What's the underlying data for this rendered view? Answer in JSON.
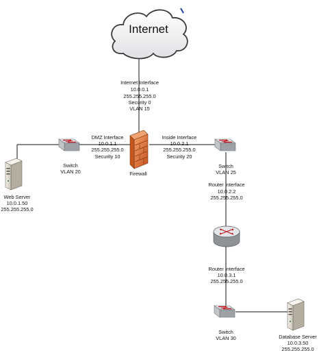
{
  "diagram": {
    "internet": {
      "label": "Internet"
    },
    "internet_interface": [
      "Internet Interface",
      "10.0.0.1",
      "255.255.255.0",
      "Security 0",
      "VLAN 15"
    ],
    "dmz_interface": [
      "DMZ Interface",
      "10.0.1.1",
      "255.255.255.0",
      "Security 10"
    ],
    "inside_interface": [
      "Inside Interface",
      "10.0.2.1",
      "255.255.255.0",
      "Security 20"
    ],
    "firewall": {
      "label": "Firewall"
    },
    "switch_dmz": [
      "Switch",
      "VLAN 20"
    ],
    "switch_inside": [
      "Switch",
      "VLAN 25"
    ],
    "switch_db": [
      "Switch",
      "VLAN 30"
    ],
    "web_server": [
      "Web Server",
      "10.0.1.50",
      "255.255.255.0"
    ],
    "router_interface_top": [
      "Router Interface",
      "10.0.2.2",
      "255.255.255.0"
    ],
    "router_interface_bottom": [
      "Router Interface",
      "10.0.3.1",
      "255.255.255.0"
    ],
    "database_server": [
      "Database Server",
      "10.0.3.50",
      "255.255.255.0"
    ]
  },
  "colors": {
    "firewall": "#e8742f",
    "switch_body": "#d0d3d6",
    "router_body": "#cfd2d6",
    "server_body": "#e6e2d8",
    "arrow_red": "#c0141c",
    "cloud_fill": "#f1f2f4"
  },
  "icons": [
    "cloud-icon",
    "firewall-icon",
    "switch-icon",
    "router-icon",
    "server-icon"
  ]
}
